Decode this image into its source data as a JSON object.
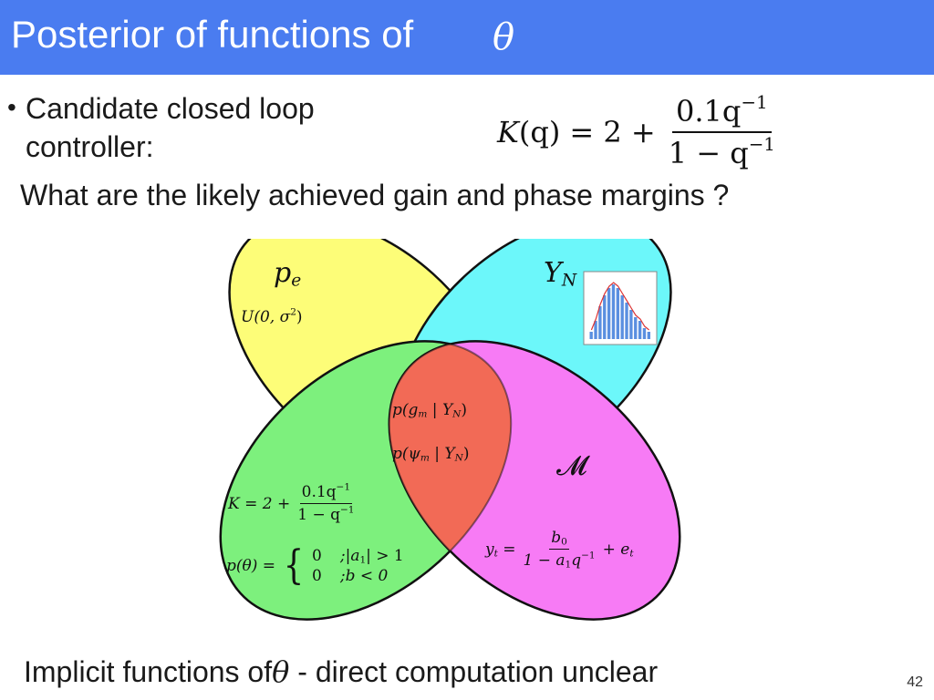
{
  "slide": {
    "title": "Posterior of functions of",
    "title_symbol": "θ",
    "bullet_marker": "•",
    "bullet_text": "Candidate closed loop controller:",
    "controller_equation": {
      "lhs_K": "K",
      "lhs_arg": "(q)",
      "equals": "= 2 +",
      "num_base": "0.1q",
      "num_exp": "−1",
      "den_base": "1 − q",
      "den_exp": "−1"
    },
    "question": "What are the likely achieved gain and phase margins ?",
    "footer_text": "Implicit functions of",
    "footer_symbol": "θ",
    "footer_rest": " - direct computation unclear",
    "page_number": "42"
  },
  "diagram": {
    "colors": {
      "yellow": "#fdfd78",
      "cyan": "#6cf7fa",
      "green": "#7df07d",
      "magenta": "#f77bf5",
      "red": "#f26a56",
      "title_bar": "#4a7cf0"
    },
    "labels": {
      "pe_base": "p",
      "pe_sub": "e",
      "uniform": "U(0, σ",
      "uniform_exp": "2",
      "uniform_close": ")",
      "yn_base": "Y",
      "yn_sub": "N",
      "post_gain_a": "p(g",
      "post_gain_sub": "m",
      "post_gain_b": " | Y",
      "post_gain_sub2": "N",
      "post_gain_c": ")",
      "post_phase_a": "p(ψ",
      "post_phase_sub": "m",
      "post_phase_b": " | Y",
      "post_phase_sub2": "N",
      "post_phase_c": ")",
      "model_symbol": "𝓜",
      "k_lhs": "K = 2 +",
      "k_num": "0.1q",
      "k_num_exp": "−1",
      "k_den": "1 − q",
      "k_den_exp": "−1",
      "prior_lhs": "p(θ) =",
      "prior_brace": "{",
      "prior_row1_val": "0",
      "prior_row1_cond_a": ";|a",
      "prior_row1_cond_sub": "1",
      "prior_row1_cond_b": "| > 1",
      "prior_row2_val": "0",
      "prior_row2_cond": ";b < 0",
      "model_lhs_a": "y",
      "model_lhs_sub": "t",
      "model_lhs_eq": " =",
      "model_num_a": "b",
      "model_num_sub": "0",
      "model_den_a": "1 − a",
      "model_den_sub": "1",
      "model_den_b": "q",
      "model_den_exp": "−1",
      "model_rhs_a": "+ e",
      "model_rhs_sub": "t"
    },
    "thumbnail_histogram": [
      2,
      5,
      9,
      12,
      14,
      15,
      14,
      12,
      10,
      8,
      6,
      5,
      3,
      2
    ]
  }
}
